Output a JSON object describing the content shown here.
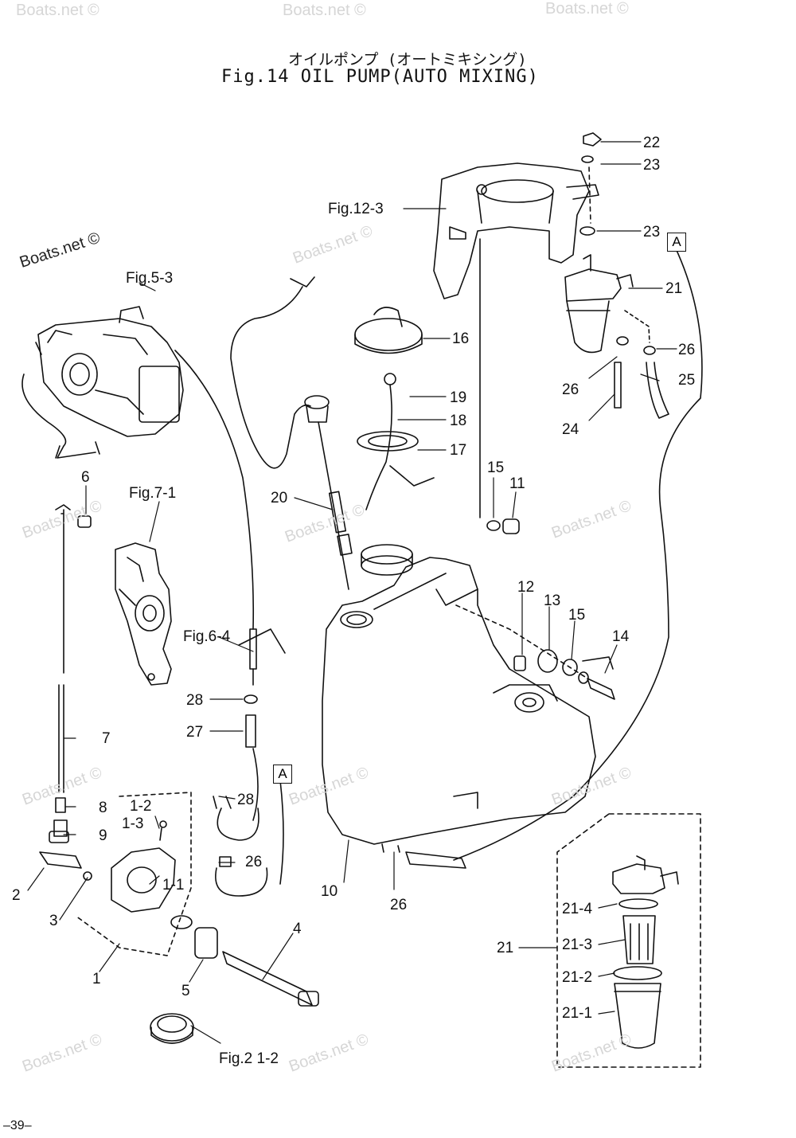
{
  "title": {
    "jp": "オイルポンプ (オートミキシング)",
    "en": "Fig.14  OIL PUMP(AUTO MIXING)"
  },
  "page_number": "–39–",
  "watermark": "Boats.net ©",
  "ref_marker": "A",
  "figure_refs": {
    "fig5_3": "Fig.5-3",
    "fig7_1": "Fig.7-1",
    "fig6_4": "Fig.6-4",
    "fig12_3": "Fig.12-3",
    "fig2_1_2": "Fig.2 1-2"
  },
  "callouts": {
    "p1": "1",
    "p1_1": "1-1",
    "p1_2": "1-2",
    "p1_3": "1-3",
    "p2": "2",
    "p3": "3",
    "p4": "4",
    "p5": "5",
    "p6": "6",
    "p7": "7",
    "p8": "8",
    "p9": "9",
    "p10": "10",
    "p11": "11",
    "p12": "12",
    "p13": "13",
    "p14": "14",
    "p15": "15",
    "p16": "16",
    "p17": "17",
    "p18": "18",
    "p19": "19",
    "p20": "20",
    "p21": "21",
    "p21_1": "21-1",
    "p21_2": "21-2",
    "p21_3": "21-3",
    "p21_4": "21-4",
    "p22": "22",
    "p23": "23",
    "p24": "24",
    "p25": "25",
    "p26": "26",
    "p27": "27",
    "p28": "28"
  }
}
